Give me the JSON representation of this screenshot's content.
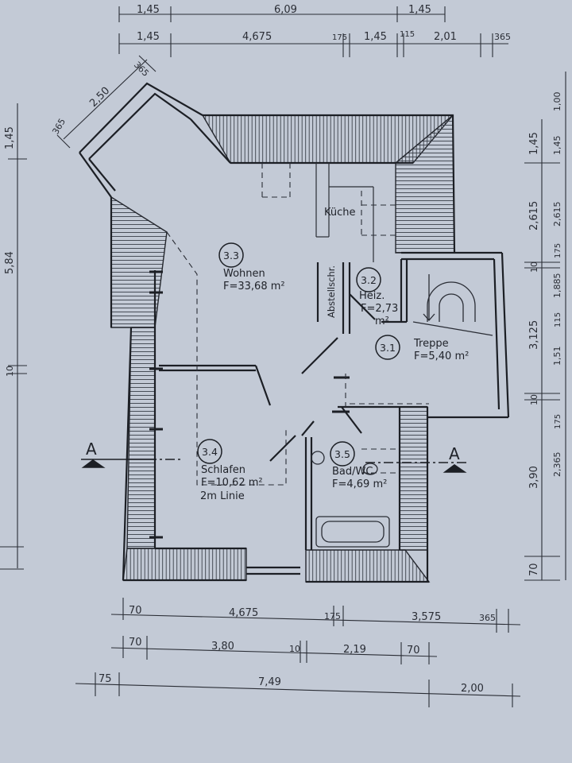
{
  "rooms": {
    "wohnen": {
      "number": "3.3",
      "name": "Wohnen",
      "area": "F=33,68 m²"
    },
    "heiz": {
      "number": "3.2",
      "name": "Heiz.",
      "area": "F=2,73",
      "unit": "m²"
    },
    "treppe": {
      "number": "3.1",
      "name": "Treppe",
      "area": "F=5,40 m²"
    },
    "schlafen": {
      "number": "3.4",
      "name": "Schlafen",
      "area": "F=10,62 m²"
    },
    "bad": {
      "number": "3.5",
      "name": "Bad/WC",
      "area": "F=4,69 m²"
    }
  },
  "labels": {
    "kueche": "Küche",
    "abstellschr": "Abstellschr.",
    "linie": "2m Linie",
    "section_left": "A",
    "section_right": "A"
  },
  "dimensions": {
    "top_row1": [
      "1,45",
      "6,09",
      "1,45"
    ],
    "top_row2": [
      "1,45",
      "4,675",
      "175",
      "1,45",
      "115",
      "2,01",
      "365"
    ],
    "bottom_row1": [
      "70",
      "4,675",
      "175",
      "3,575",
      "365"
    ],
    "bottom_row2": [
      "70",
      "3,80",
      "10",
      "2,19",
      "70"
    ],
    "bottom_row3": [
      "75",
      "7,49",
      "2,00"
    ],
    "left": [
      "1,45",
      "5,84",
      "10"
    ],
    "right_inner": [
      "1,45",
      "2,615",
      "10",
      "3,125",
      "10",
      "3,90",
      "70"
    ],
    "right_outer": [
      "1,00",
      "1,45",
      "2,615",
      "175",
      "1,885",
      "115",
      "1,51",
      "175",
      "2,365"
    ],
    "diagonal": [
      "2,50",
      "365",
      "365"
    ]
  }
}
